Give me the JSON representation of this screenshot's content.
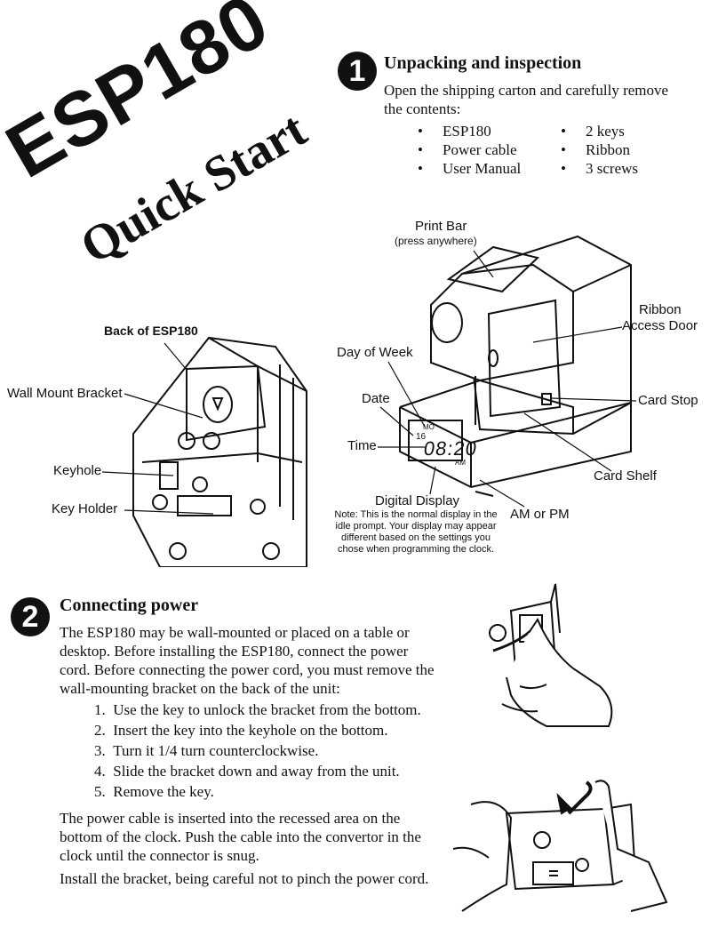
{
  "title": {
    "model": "ESP180",
    "subtitle": "Quick Start"
  },
  "step1": {
    "number": "1",
    "heading": "Unpacking and inspection",
    "intro_line1": "Open the shipping carton and carefully remove",
    "intro_line2": "the contents:",
    "contents_col1": [
      "ESP180",
      "Power cable",
      "User Manual"
    ],
    "contents_col2": [
      "2 keys",
      "Ribbon",
      "3 screws"
    ]
  },
  "back_diagram": {
    "label": "Back of ESP180",
    "wall_mount_bracket": "Wall Mount Bracket",
    "keyhole": "Keyhole",
    "key_holder": "Key Holder"
  },
  "front_diagram": {
    "print_bar": "Print Bar",
    "print_bar_hint": "(press anywhere)",
    "ribbon_access_door_1": "Ribbon",
    "ribbon_access_door_2": "Access Door",
    "day_of_week": "Day of Week",
    "date": "Date",
    "time": "Time",
    "card_stop": "Card Stop",
    "card_shelf": "Card Shelf",
    "digital_display": "Digital Display",
    "am_or_pm": "AM or PM",
    "display_time": "08:20",
    "display_day": "MO",
    "display_date": "16",
    "display_ampm": "AM",
    "note_lines": [
      "Note: This is the normal display in the",
      "idle prompt. Your display may appear",
      "different based on the settings you",
      "chose when programming the clock."
    ]
  },
  "step2": {
    "number": "2",
    "heading": "Connecting power",
    "para1_lines": [
      "The ESP180 may be wall-mounted or placed on a table or",
      "desktop. Before installing the ESP180, connect the power",
      "cord.  Before connecting the power cord, you must remove the",
      "wall-mounting bracket on the back of the unit:"
    ],
    "steps": [
      "1.  Use the key to unlock the bracket from the bottom.",
      "2.  Insert the key into the keyhole on the bottom.",
      "3.  Turn it 1/4 turn counterclockwise.",
      "4.  Slide the bracket down and away from the unit.",
      "5.  Remove the key."
    ],
    "para2_lines": [
      "The power cable is inserted into the recessed area on the",
      "bottom of the clock. Push the cable into the convertor in the",
      "clock until the connector is snug."
    ],
    "para3": "Install the bracket, being careful not to pinch the power cord."
  },
  "colors": {
    "ink": "#111111",
    "paper": "#ffffff"
  }
}
